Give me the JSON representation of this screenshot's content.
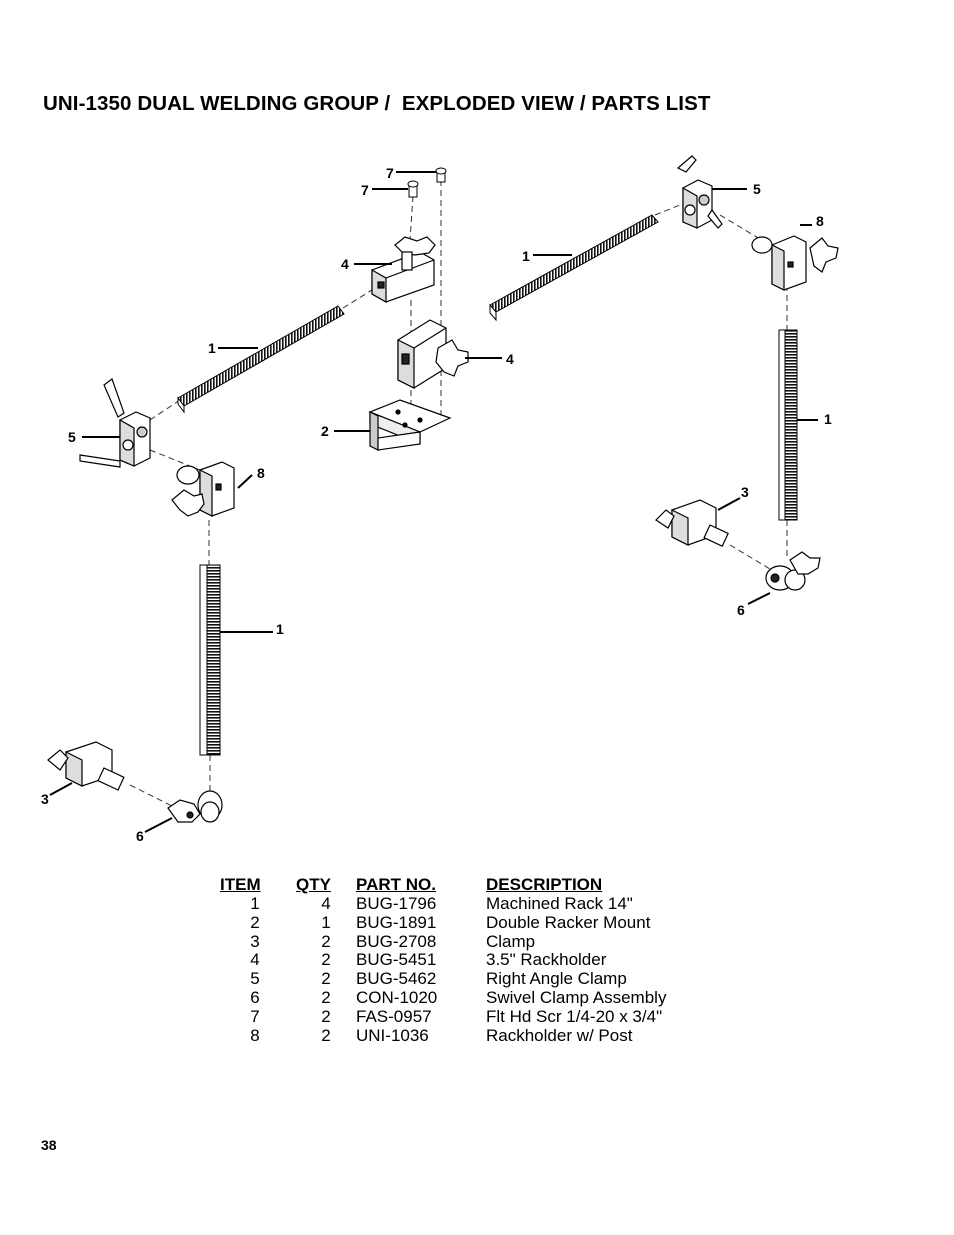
{
  "title": "UNI-1350 DUAL WELDING GROUP /  EXPLODED VIEW / PARTS LIST",
  "callouts": {
    "c7a": "7",
    "c7b": "7",
    "c5r": "5",
    "c8r": "8",
    "c1top": "1",
    "c4top": "4",
    "c1left": "1",
    "c4mid": "4",
    "c1right": "1",
    "c5l": "5",
    "c2": "2",
    "c8l": "8",
    "c3r": "3",
    "c1lower": "1",
    "c6r": "6",
    "c3l": "3",
    "c6l": "6"
  },
  "parts_table": {
    "headers": {
      "item": "ITEM",
      "qty": "QTY",
      "part_no": "PART NO.",
      "description": "DESCRIPTION"
    },
    "rows": [
      {
        "item": "1",
        "qty": "4",
        "part_no": "BUG-1796",
        "description": "Machined Rack 14\""
      },
      {
        "item": "2",
        "qty": "1",
        "part_no": "BUG-1891",
        "description": "Double Racker Mount"
      },
      {
        "item": "3",
        "qty": "2",
        "part_no": "BUG-2708",
        "description": "Clamp"
      },
      {
        "item": "4",
        "qty": "2",
        "part_no": "BUG-5451",
        "description": "3.5\" Rackholder"
      },
      {
        "item": "5",
        "qty": "2",
        "part_no": "BUG-5462",
        "description": "Right Angle Clamp"
      },
      {
        "item": "6",
        "qty": "2",
        "part_no": "CON-1020",
        "description": "Swivel Clamp Assembly"
      },
      {
        "item": "7",
        "qty": "2",
        "part_no": "FAS-0957",
        "description": "Flt Hd Scr 1/4-20 x 3/4\""
      },
      {
        "item": "8",
        "qty": "2",
        "part_no": "UNI-1036",
        "description": "Rackholder w/ Post"
      }
    ]
  },
  "page_number": "38"
}
